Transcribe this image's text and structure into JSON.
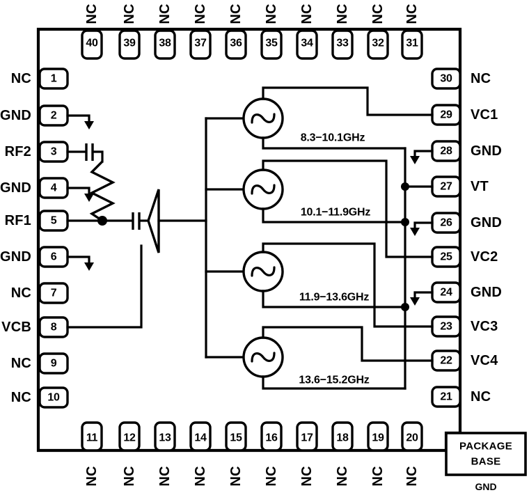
{
  "diagram": {
    "kind": "ic-pinout-block-diagram",
    "package_base": {
      "line1": "PACKAGE",
      "line2": "BASE",
      "gnd_note": "GND"
    }
  },
  "pins": {
    "left": [
      {
        "number": "1",
        "label": "NC"
      },
      {
        "number": "2",
        "label": "GND"
      },
      {
        "number": "3",
        "label": "RF2"
      },
      {
        "number": "4",
        "label": "GND"
      },
      {
        "number": "5",
        "label": "RF1"
      },
      {
        "number": "6",
        "label": "GND"
      },
      {
        "number": "7",
        "label": "NC"
      },
      {
        "number": "8",
        "label": "VCB"
      },
      {
        "number": "9",
        "label": "NC"
      },
      {
        "number": "10",
        "label": "NC"
      }
    ],
    "bottom": [
      {
        "number": "11",
        "label": "NC"
      },
      {
        "number": "12",
        "label": "NC"
      },
      {
        "number": "13",
        "label": "NC"
      },
      {
        "number": "14",
        "label": "NC"
      },
      {
        "number": "15",
        "label": "NC"
      },
      {
        "number": "16",
        "label": "NC"
      },
      {
        "number": "17",
        "label": "NC"
      },
      {
        "number": "18",
        "label": "NC"
      },
      {
        "number": "19",
        "label": "NC"
      },
      {
        "number": "20",
        "label": "NC"
      }
    ],
    "right": [
      {
        "number": "21",
        "label": "NC"
      },
      {
        "number": "22",
        "label": "VC4"
      },
      {
        "number": "23",
        "label": "VC3"
      },
      {
        "number": "24",
        "label": "GND"
      },
      {
        "number": "25",
        "label": "VC2"
      },
      {
        "number": "26",
        "label": "GND"
      },
      {
        "number": "27",
        "label": "VT"
      },
      {
        "number": "28",
        "label": "GND"
      },
      {
        "number": "29",
        "label": "VC1"
      },
      {
        "number": "30",
        "label": "NC"
      }
    ],
    "top": [
      {
        "number": "31",
        "label": "NC"
      },
      {
        "number": "32",
        "label": "NC"
      },
      {
        "number": "33",
        "label": "NC"
      },
      {
        "number": "34",
        "label": "NC"
      },
      {
        "number": "35",
        "label": "NC"
      },
      {
        "number": "36",
        "label": "NC"
      },
      {
        "number": "37",
        "label": "NC"
      },
      {
        "number": "38",
        "label": "NC"
      },
      {
        "number": "39",
        "label": "NC"
      },
      {
        "number": "40",
        "label": "NC"
      }
    ]
  },
  "oscillators": [
    {
      "id": "vco1",
      "band": "8.3−10.1GHz"
    },
    {
      "id": "vco2",
      "band": "10.1−11.9GHz"
    },
    {
      "id": "vco3",
      "band": "11.9−13.6GHz"
    },
    {
      "id": "vco4",
      "band": "13.6−15.2GHz"
    }
  ],
  "colors": {
    "ink": "#000000",
    "paper": "#ffffff"
  }
}
